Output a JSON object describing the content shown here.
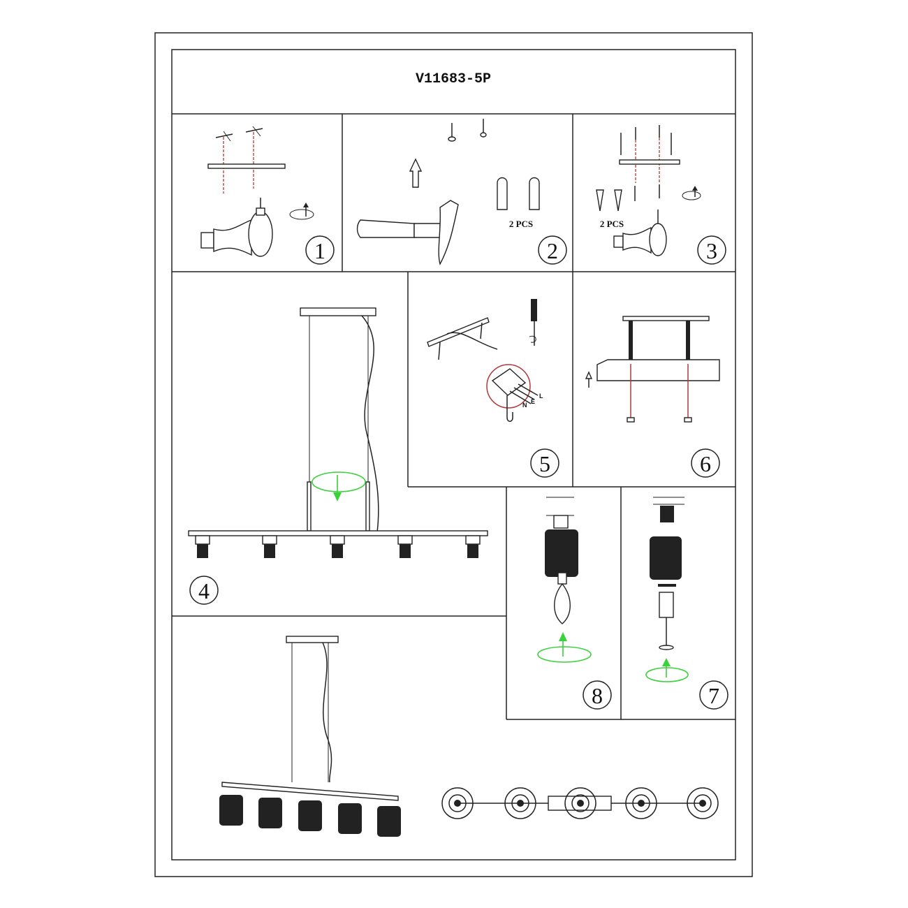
{
  "title": "V11683-5P",
  "steps": {
    "s1": "1",
    "s2": "2",
    "s3": "3",
    "s4": "4",
    "s5": "5",
    "s6": "6",
    "s7": "7",
    "s8": "8"
  },
  "step2": {
    "quantity_label": "2 PCS"
  },
  "step3": {
    "quantity_label": "2 PCS"
  },
  "step5": {
    "wire_labels": [
      "L",
      "E",
      "N"
    ]
  },
  "colors": {
    "guide_line": "#c0392b",
    "rotate_arrow": "#3bd13b",
    "line": "#222222"
  }
}
